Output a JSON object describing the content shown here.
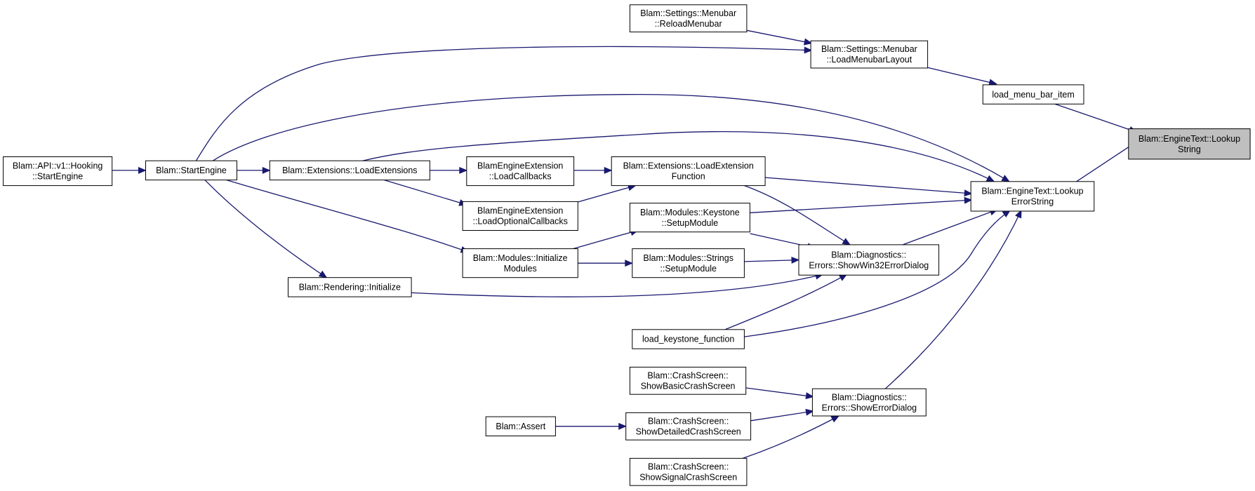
{
  "diagram": {
    "title": "",
    "colors": {
      "edge": "#191970",
      "node_border": "#000000",
      "node_fill": "#ffffff",
      "highlight_fill": "#bfbfbf"
    },
    "nodes": [
      {
        "id": "lookup_string",
        "lines": [
          "Blam::EngineText::Lookup",
          "String"
        ],
        "highlight": true
      },
      {
        "id": "reload_menubar",
        "lines": [
          "Blam::Settings::Menubar",
          "::ReloadMenubar"
        ]
      },
      {
        "id": "load_menubar_layout",
        "lines": [
          "Blam::Settings::Menubar",
          "::LoadMenubarLayout"
        ]
      },
      {
        "id": "load_menu_bar_item",
        "lines": [
          "load_menu_bar_item"
        ]
      },
      {
        "id": "lookup_error_string",
        "lines": [
          "Blam::EngineText::Lookup",
          "ErrorString"
        ]
      },
      {
        "id": "hooking_start_engine",
        "lines": [
          "Blam::API::v1::Hooking",
          "::StartEngine"
        ]
      },
      {
        "id": "start_engine",
        "lines": [
          "Blam::StartEngine"
        ]
      },
      {
        "id": "load_extensions",
        "lines": [
          "Blam::Extensions::LoadExtensions"
        ]
      },
      {
        "id": "load_callbacks",
        "lines": [
          "BlamEngineExtension",
          "::LoadCallbacks"
        ]
      },
      {
        "id": "load_optional_callbacks",
        "lines": [
          "BlamEngineExtension",
          "::LoadOptionalCallbacks"
        ]
      },
      {
        "id": "load_extension_function",
        "lines": [
          "Blam::Extensions::LoadExtension",
          "Function"
        ]
      },
      {
        "id": "keystone_setup",
        "lines": [
          "Blam::Modules::Keystone",
          "::SetupModule"
        ]
      },
      {
        "id": "modules_initialize",
        "lines": [
          "Blam::Modules::Initialize",
          "Modules"
        ]
      },
      {
        "id": "strings_setup",
        "lines": [
          "Blam::Modules::Strings",
          "::SetupModule"
        ]
      },
      {
        "id": "show_win32_error_dialog",
        "lines": [
          "Blam::Diagnostics::",
          "Errors::ShowWin32ErrorDialog"
        ]
      },
      {
        "id": "rendering_initialize",
        "lines": [
          "Blam::Rendering::Initialize"
        ]
      },
      {
        "id": "load_keystone_function",
        "lines": [
          "load_keystone_function"
        ]
      },
      {
        "id": "show_basic_crash",
        "lines": [
          "Blam::CrashScreen::",
          "ShowBasicCrashScreen"
        ]
      },
      {
        "id": "show_error_dialog",
        "lines": [
          "Blam::Diagnostics::",
          "Errors::ShowErrorDialog"
        ]
      },
      {
        "id": "assert",
        "lines": [
          "Blam::Assert"
        ]
      },
      {
        "id": "show_detailed_crash",
        "lines": [
          "Blam::CrashScreen::",
          "ShowDetailedCrashScreen"
        ]
      },
      {
        "id": "show_signal_crash",
        "lines": [
          "Blam::CrashScreen::",
          "ShowSignalCrashScreen"
        ]
      }
    ],
    "edges": [
      {
        "from": "load_menu_bar_item",
        "to": "lookup_string"
      },
      {
        "from": "lookup_error_string",
        "to": "lookup_string"
      },
      {
        "from": "load_menubar_layout",
        "to": "load_menu_bar_item"
      },
      {
        "from": "reload_menubar",
        "to": "load_menubar_layout"
      },
      {
        "from": "start_engine",
        "to": "load_menubar_layout"
      },
      {
        "from": "hooking_start_engine",
        "to": "start_engine"
      },
      {
        "from": "start_engine",
        "to": "load_extensions"
      },
      {
        "from": "start_engine",
        "to": "lookup_error_string"
      },
      {
        "from": "start_engine",
        "to": "modules_initialize"
      },
      {
        "from": "start_engine",
        "to": "rendering_initialize"
      },
      {
        "from": "load_extensions",
        "to": "load_callbacks"
      },
      {
        "from": "load_extensions",
        "to": "load_optional_callbacks"
      },
      {
        "from": "load_extensions",
        "to": "lookup_error_string"
      },
      {
        "from": "load_callbacks",
        "to": "load_extension_function"
      },
      {
        "from": "load_optional_callbacks",
        "to": "load_extension_function"
      },
      {
        "from": "load_extension_function",
        "to": "lookup_error_string"
      },
      {
        "from": "load_extension_function",
        "to": "show_win32_error_dialog"
      },
      {
        "from": "modules_initialize",
        "to": "keystone_setup"
      },
      {
        "from": "modules_initialize",
        "to": "strings_setup"
      },
      {
        "from": "keystone_setup",
        "to": "lookup_error_string"
      },
      {
        "from": "keystone_setup",
        "to": "show_win32_error_dialog"
      },
      {
        "from": "strings_setup",
        "to": "show_win32_error_dialog"
      },
      {
        "from": "show_win32_error_dialog",
        "to": "lookup_error_string"
      },
      {
        "from": "rendering_initialize",
        "to": "show_win32_error_dialog"
      },
      {
        "from": "load_keystone_function",
        "to": "show_win32_error_dialog"
      },
      {
        "from": "load_keystone_function",
        "to": "lookup_error_string"
      },
      {
        "from": "show_error_dialog",
        "to": "lookup_error_string"
      },
      {
        "from": "show_basic_crash",
        "to": "show_error_dialog"
      },
      {
        "from": "show_detailed_crash",
        "to": "show_error_dialog"
      },
      {
        "from": "show_signal_crash",
        "to": "show_error_dialog"
      },
      {
        "from": "assert",
        "to": "show_detailed_crash"
      }
    ]
  }
}
